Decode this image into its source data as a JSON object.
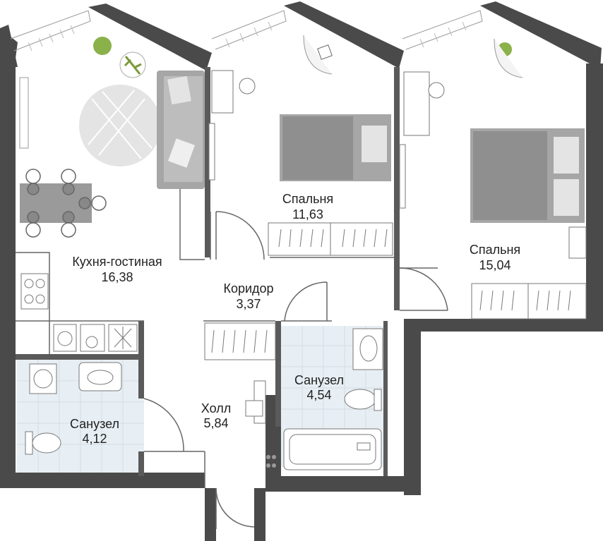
{
  "rooms": {
    "kitchen": {
      "name": "Кухня-гостиная",
      "area": "16,38"
    },
    "bedroom1": {
      "name": "Спальня",
      "area": "11,63"
    },
    "bedroom2": {
      "name": "Спальня",
      "area": "15,04"
    },
    "corridor": {
      "name": "Коридор",
      "area": "3,37"
    },
    "hall": {
      "name": "Холл",
      "area": "5,84"
    },
    "bath1": {
      "name": "Санузел",
      "area": "4,12"
    },
    "bath2": {
      "name": "Санузел",
      "area": "4,54"
    }
  },
  "colors": {
    "wall": "#4a4a4a",
    "wall_dark": "#3a3a3a",
    "line": "#555555",
    "furniture": "#9a9a9a",
    "furniture_light": "#cfcfcf",
    "tile": "#e6edf2",
    "plant": "#7a9a3a"
  }
}
